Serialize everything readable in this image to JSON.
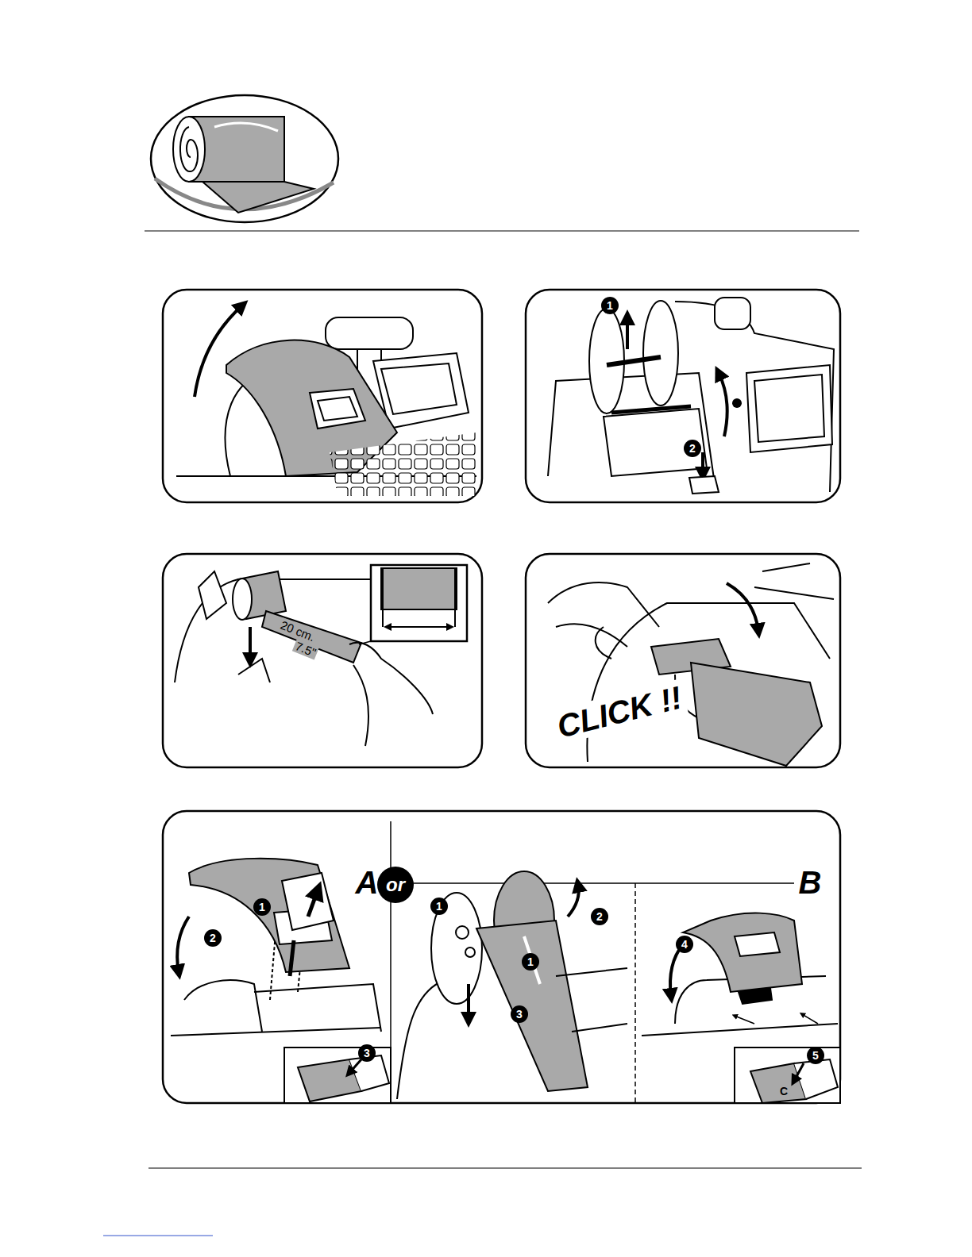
{
  "diagram": {
    "labels": [
      "1",
      "2",
      "20 cm.",
      "7.5\"",
      "CLICK !!",
      "A",
      "or",
      "B",
      "1",
      "2",
      "3",
      "1",
      "2",
      "1",
      "3",
      "4",
      "5",
      "C"
    ]
  }
}
